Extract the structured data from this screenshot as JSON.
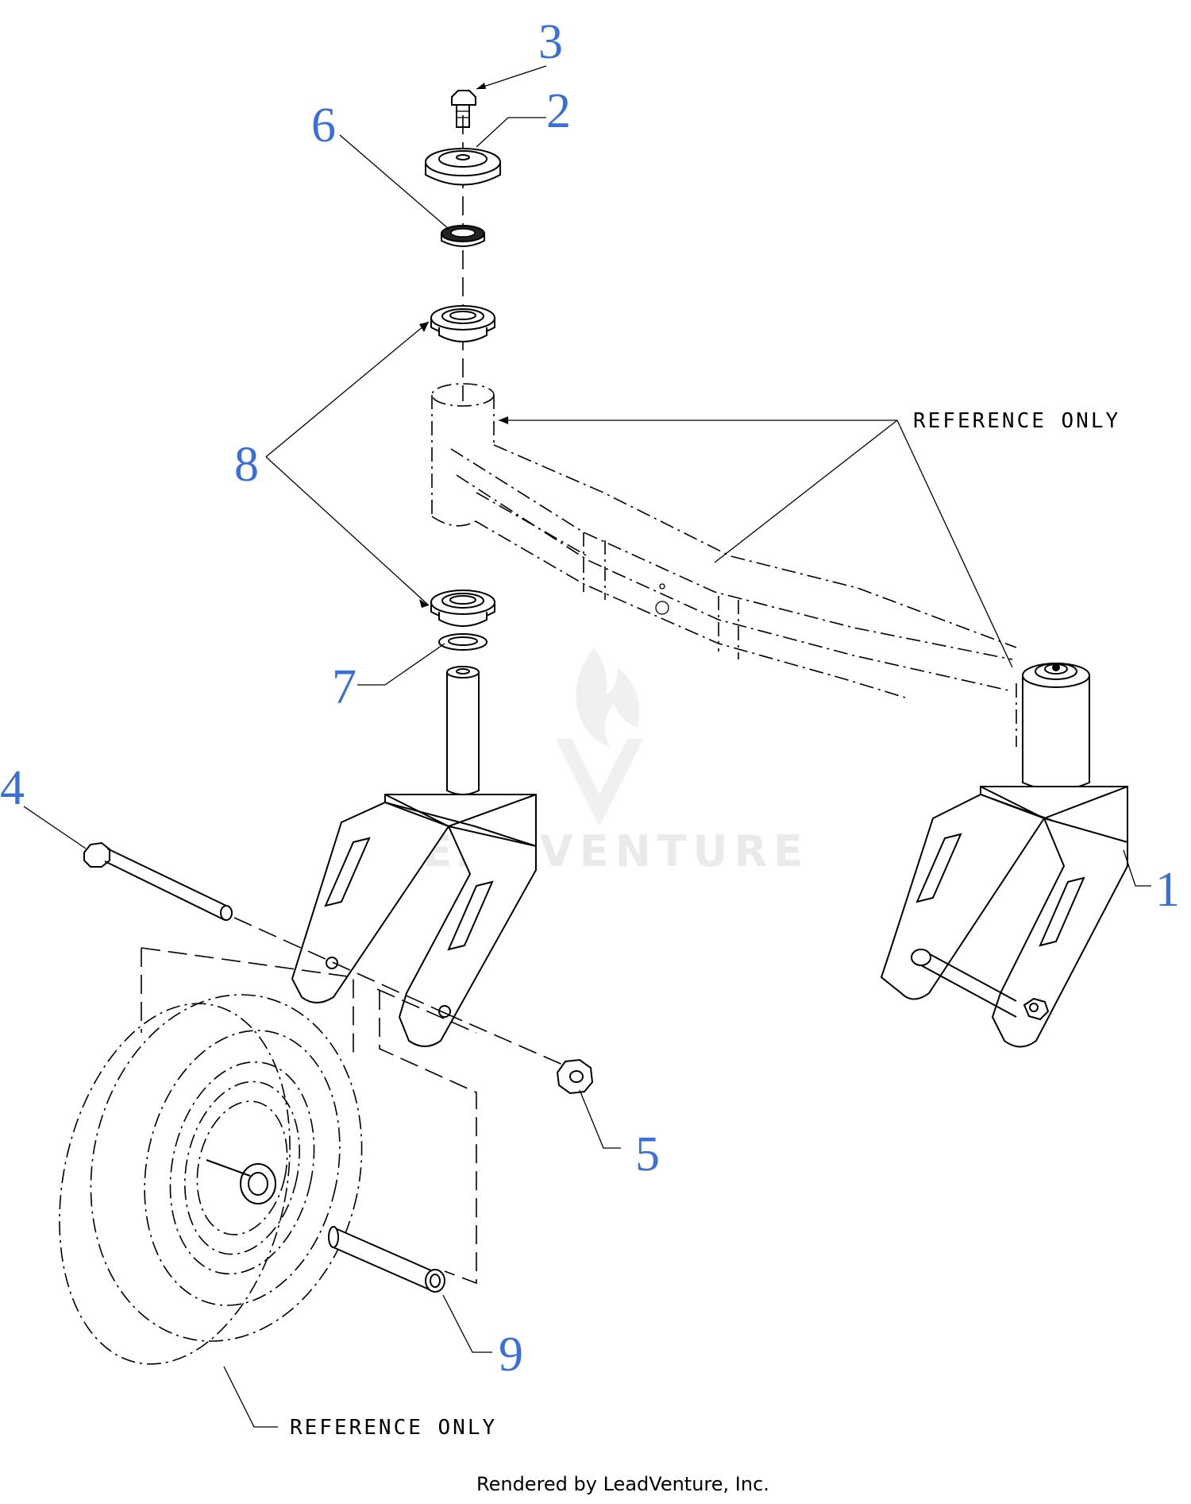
{
  "callouts": [
    "1",
    "2",
    "3",
    "4",
    "5",
    "6",
    "7",
    "8",
    "9"
  ],
  "reference_labels": [
    "REFERENCE ONLY",
    "REFERENCE ONLY"
  ],
  "watermark": "LEADVENTURE",
  "footer": "Rendered by LeadVenture, Inc.",
  "colors": {
    "callout": "#3a6fd8",
    "line": "#000000",
    "watermark": "#d9d9d9"
  }
}
